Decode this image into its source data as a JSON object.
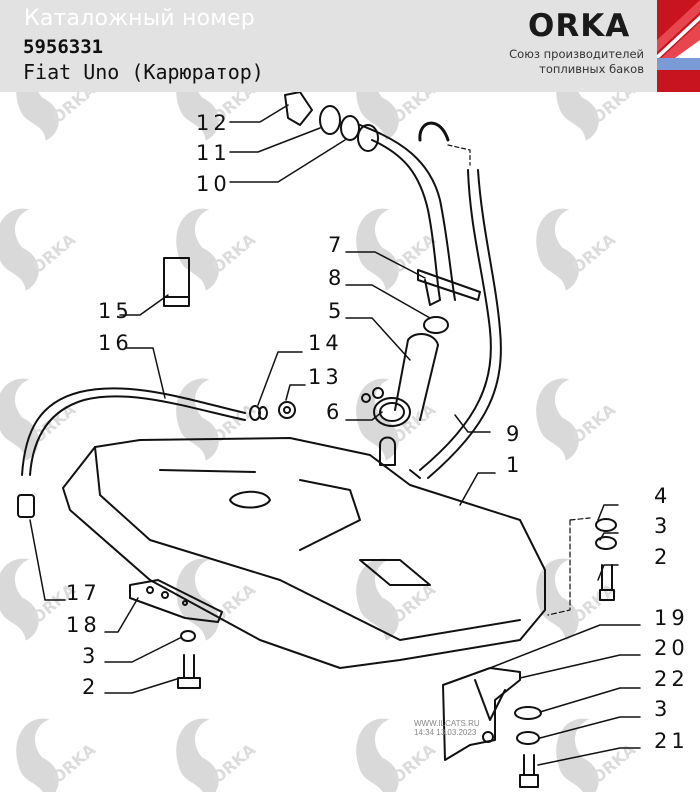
{
  "header": {
    "caption": "Каталожный номер",
    "catalog_number": "5956331",
    "model": "Fiat Uno (Карюратор)"
  },
  "brand": {
    "logo_text": "ORKA",
    "tagline_line1": "Союз производителей",
    "tagline_line2": "топливных баков",
    "colors": {
      "red": "#c8141e",
      "light_red": "#e8464e",
      "blue": "#7b9bd6",
      "white": "#ffffff"
    }
  },
  "watermark": {
    "text": "ORKA",
    "stamp_line1": "WWW.ILCATS.RU",
    "stamp_line2": "14:34 13.03.2023"
  },
  "callouts": [
    {
      "id": "12",
      "label": "12"
    },
    {
      "id": "11",
      "label": "11"
    },
    {
      "id": "10",
      "label": "10"
    },
    {
      "id": "7",
      "label": "7"
    },
    {
      "id": "8",
      "label": "8"
    },
    {
      "id": "5",
      "label": "5"
    },
    {
      "id": "15",
      "label": "15"
    },
    {
      "id": "16",
      "label": "16"
    },
    {
      "id": "14",
      "label": "14"
    },
    {
      "id": "13",
      "label": "13"
    },
    {
      "id": "6",
      "label": "6"
    },
    {
      "id": "9",
      "label": "9"
    },
    {
      "id": "1",
      "label": "1"
    },
    {
      "id": "4r",
      "label": "4"
    },
    {
      "id": "3r",
      "label": "3"
    },
    {
      "id": "2r",
      "label": "2"
    },
    {
      "id": "17",
      "label": "17"
    },
    {
      "id": "18",
      "label": "18"
    },
    {
      "id": "3l",
      "label": "3"
    },
    {
      "id": "2l",
      "label": "2"
    },
    {
      "id": "19",
      "label": "19"
    },
    {
      "id": "20",
      "label": "20"
    },
    {
      "id": "22",
      "label": "22"
    },
    {
      "id": "3b",
      "label": "3"
    },
    {
      "id": "21",
      "label": "21"
    }
  ]
}
